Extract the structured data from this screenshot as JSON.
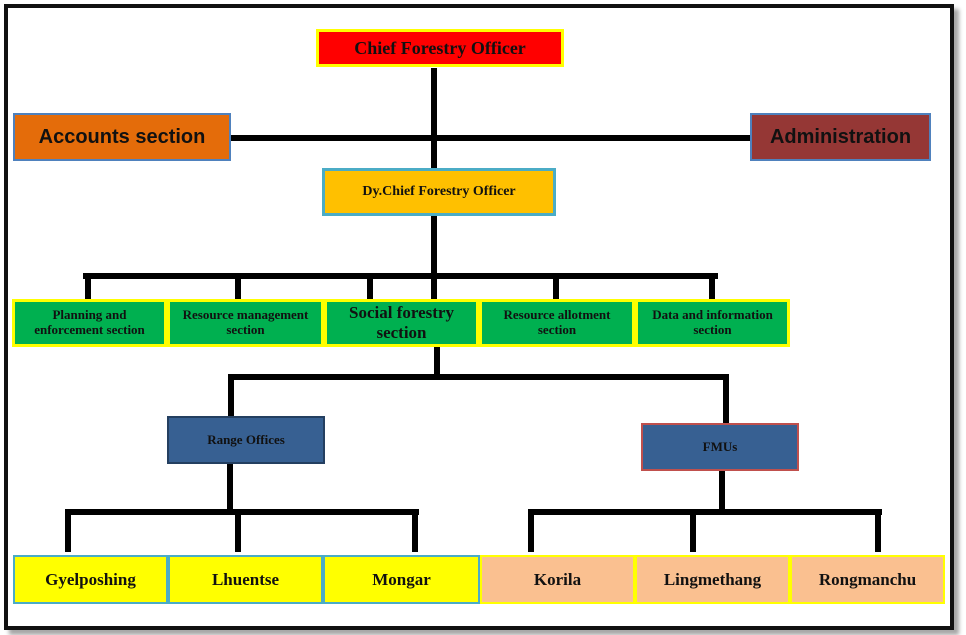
{
  "chief": "Chief Forestry Officer",
  "accounts": "Accounts section",
  "administration": "Administration",
  "deputy": "Dy.Chief Forestry Officer",
  "sections": {
    "planning": "Planning and enforcement section",
    "resource_mgmt": "Resource management section",
    "social": "Social forestry section",
    "allotment": "Resource allotment section",
    "data_info": "Data and information section"
  },
  "range_offices": "Range Offices",
  "fmus": "FMUs",
  "ranges": [
    "Gyelposhing",
    "Lhuentse",
    "Mongar"
  ],
  "fmu_units": [
    "Korila",
    "Lingmethang",
    "Rongmanchu"
  ],
  "colors": {
    "chief_fill": "#ff0000",
    "border_yellow": "#ffff00",
    "accounts_fill": "#e46c0a",
    "admin_fill": "#953735",
    "deputy_fill": "#ffc000",
    "deputy_border": "#4bacc6",
    "section_fill": "#00b050",
    "office_fill": "#376092",
    "range_fill": "#ffff00",
    "fmu_unit_fill": "#fac090"
  }
}
